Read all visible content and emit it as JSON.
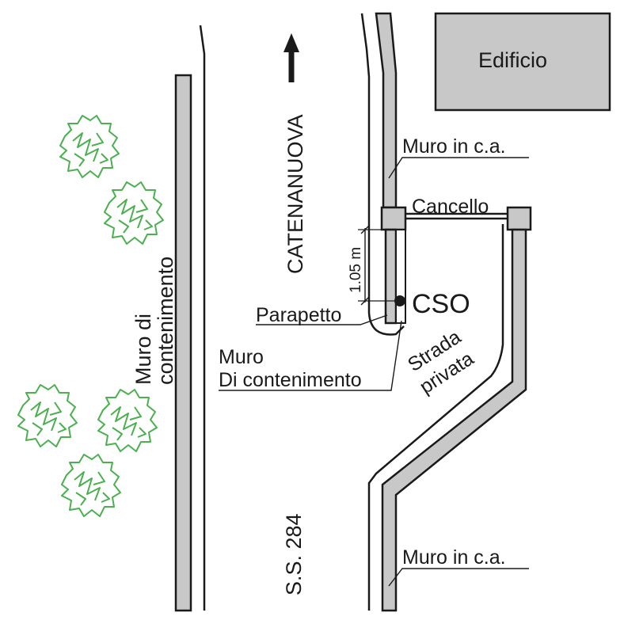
{
  "labels": {
    "edificio": "Edificio",
    "muro_ca_top": "Muro in c.a.",
    "muro_ca_bottom": "Muro in c.a.",
    "cancello": "Cancello",
    "catenanuova": "CATENANUOVA",
    "dimension": "1.05 m",
    "cso": "CSO",
    "parapetto": "Parapetto",
    "muro_contenimento_right_1": "Muro",
    "muro_contenimento_right_2": "Di contenimento",
    "muro_contenimento_left_1": "Muro di",
    "muro_contenimento_left_2": "contenimento",
    "strada_1": "Strada",
    "strada_2": "privata",
    "road_name": "S.S. 284"
  },
  "colors": {
    "wall_fill": "#c8c8c8",
    "outline": "#1a1a1a",
    "vegetation": "#4caf50"
  },
  "icons": {
    "north_arrow": "arrow-up-icon",
    "tree": "tree-icon",
    "cso_marker": "dot-icon"
  }
}
